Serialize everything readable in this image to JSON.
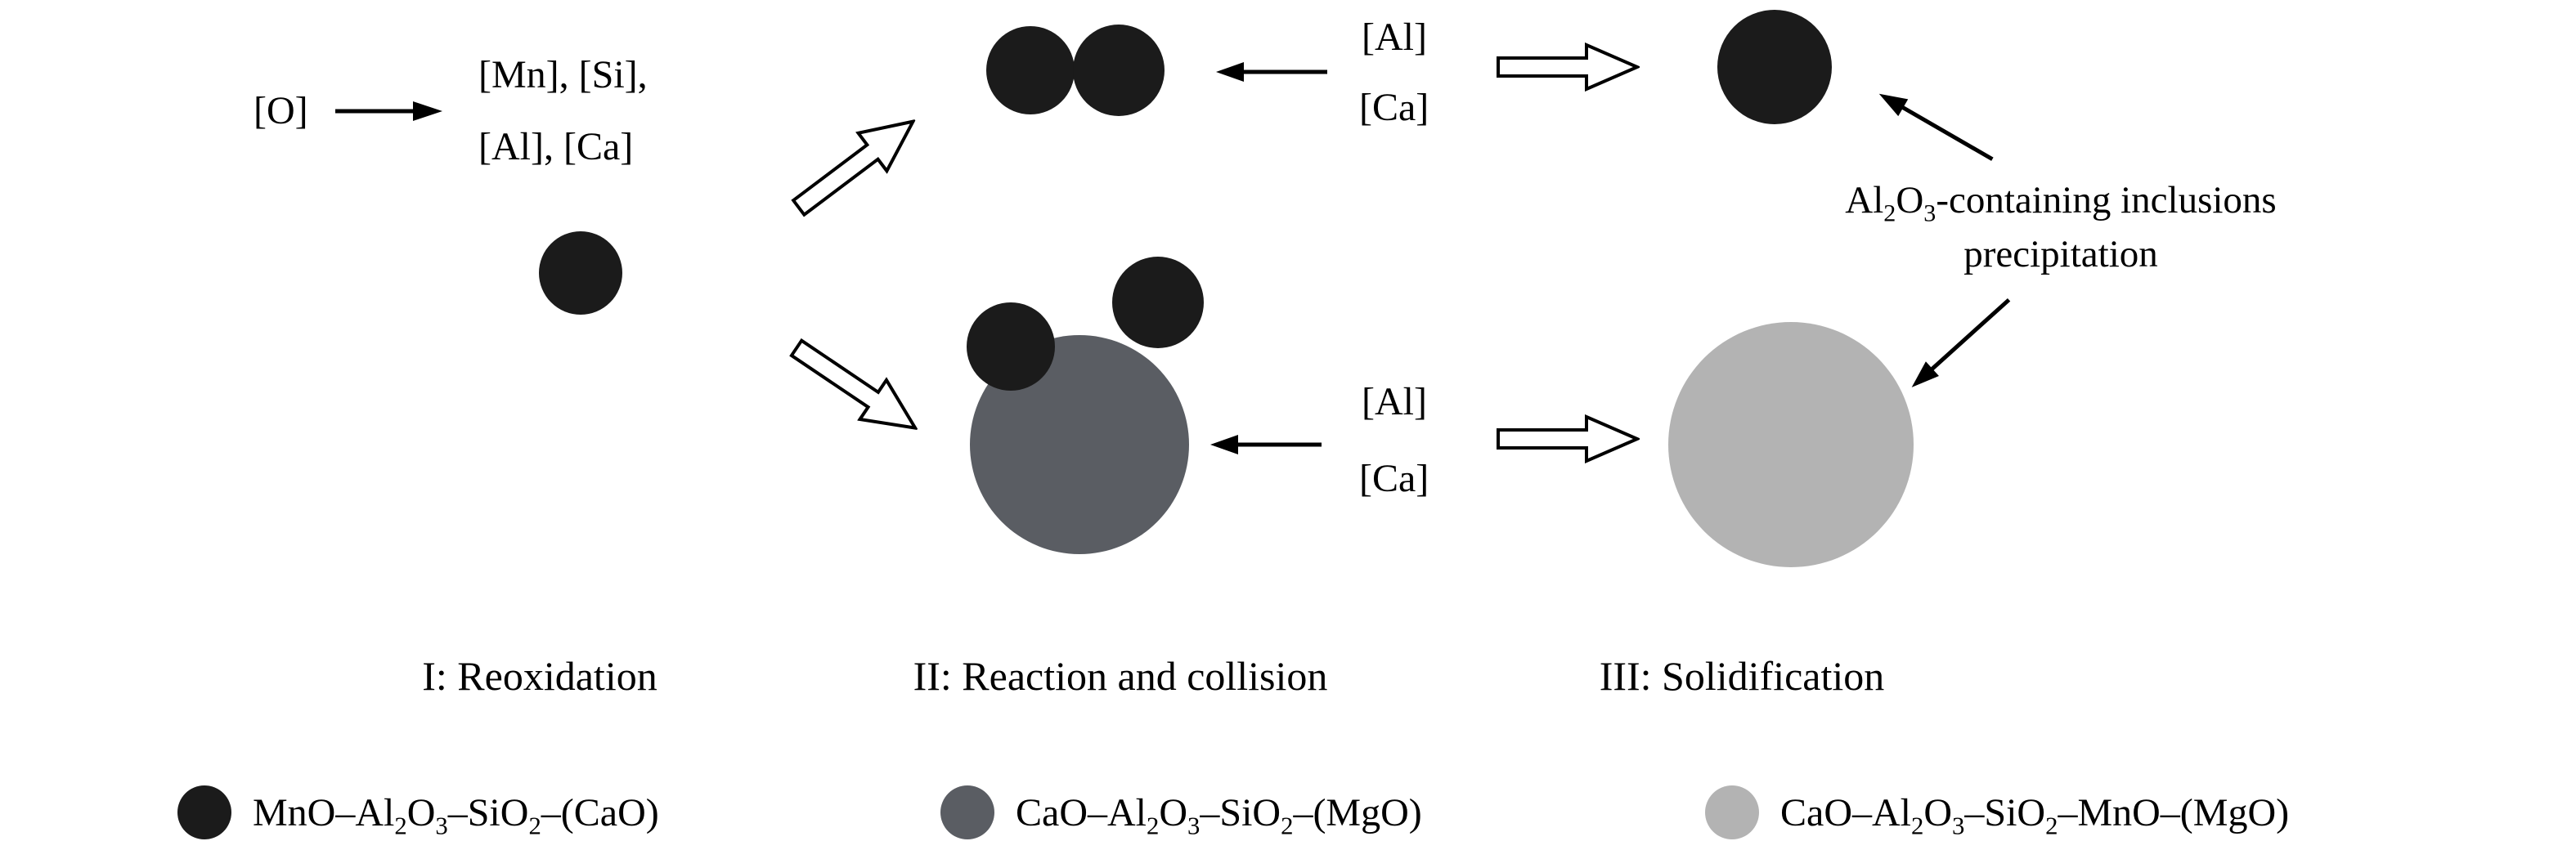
{
  "colors": {
    "background": "#ffffff",
    "text": "#000000",
    "black_inclusion": "#1b1b1b",
    "dark_gray_inclusion": "#5a5d63",
    "light_gray_inclusion": "#b3b3b3"
  },
  "stage1": {
    "oxygen_label": "[O]",
    "dissolved_elements_line1": "[Mn], [Si],",
    "dissolved_elements_line2": "[Al], [Ca]",
    "caption": "I: Reoxidation"
  },
  "stage2": {
    "al_label_top": "[Al]",
    "ca_label_top": "[Ca]",
    "al_label_bottom": "[Al]",
    "ca_label_bottom": "[Ca]",
    "caption": "II: Reaction and collision"
  },
  "stage3": {
    "caption": "III: Solidification",
    "annotation_line1": "Al2O3-containing inclusions",
    "annotation_line2": "precipitation"
  },
  "legend": {
    "items": [
      {
        "color": "#1b1b1b",
        "formula": "MnO–Al2O3–SiO2–(CaO)"
      },
      {
        "color": "#5a5d63",
        "formula": "CaO–Al2O3–SiO2–(MgO)"
      },
      {
        "color": "#b3b3b3",
        "formula": "CaO–Al2O3–SiO2–MnO–(MgO)"
      }
    ]
  }
}
